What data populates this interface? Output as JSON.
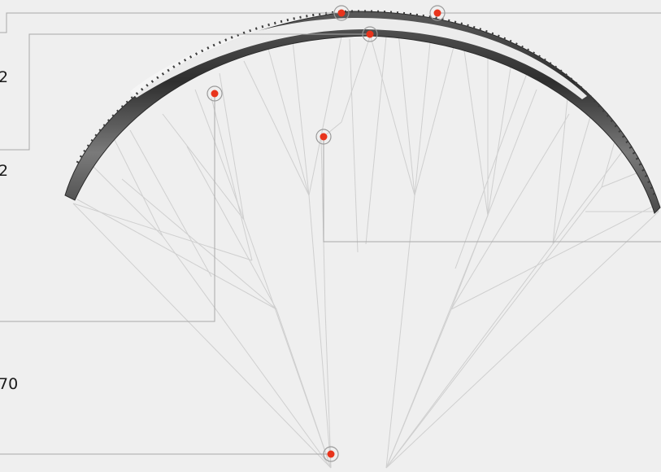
{
  "labels": {
    "callout_a": "2",
    "callout_b": "2",
    "callout_c": "70"
  },
  "colors": {
    "background": "#efefef",
    "hotspot_dot": "#e8341c",
    "hotspot_ring": "#9a9a9a",
    "leader_line": "#a8a8a8",
    "suspension_lines": "#cfcfcf",
    "canopy_dark": "#3a3a3a",
    "canopy_light": "#f8f8f8"
  },
  "icons": {
    "hotspot": "red-dot-with-ring-icon",
    "canopy": "paraglider-wing-outline"
  }
}
